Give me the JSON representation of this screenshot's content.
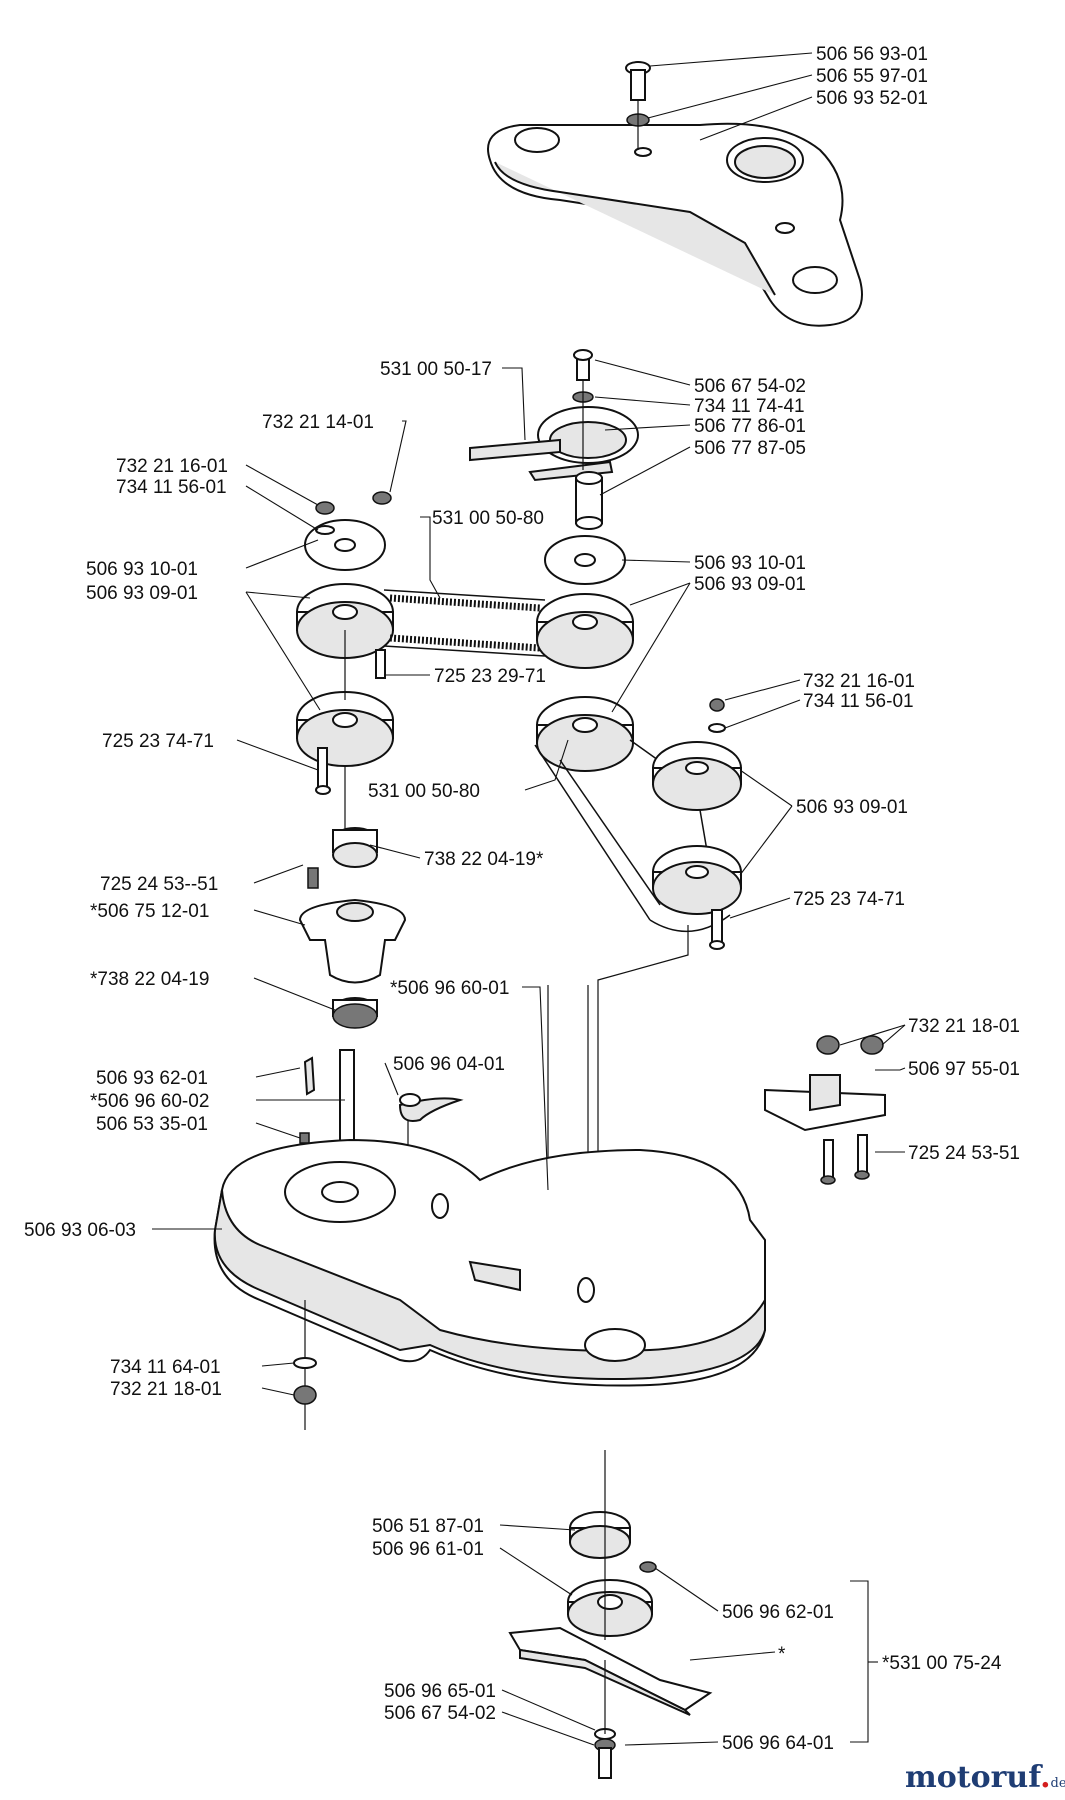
{
  "labels": {
    "l1": "506 56 93-01",
    "l2": "506 55 97-01",
    "l3": "506 93 52-01",
    "l4": "531 00 50-17",
    "l5": "506 67 54-02",
    "l6": "734 11 74-41",
    "l7": "506 77 86-01",
    "l8": "506 77 87-05",
    "l9": "732 21 14-01",
    "l10": "732 21 16-01",
    "l11": "734 11 56-01",
    "l12": "531 00 50-80",
    "l13": "506 93 10-01",
    "l14": "506 93 09-01",
    "l15": "506 93 10-01",
    "l16": "506 93 09-01",
    "l17": "725 23 29-71",
    "l18": "732 21 16-01",
    "l19": "734 11 56-01",
    "l20": "725 23 74-71",
    "l21": "531 00 50-80",
    "l22": "506 93 09-01",
    "l23": "738 22 04-19*",
    "l24": "725 24 53--51",
    "l25": "*506 75 12-01",
    "l26": "725 23 74-71",
    "l27": "*738 22 04-19",
    "l28": "*506 96 60-01",
    "l29": "732 21 18-01",
    "l30": "506 97 55-01",
    "l31": "506 96 04-01",
    "l32": "506 93 62-01",
    "l33": "*506 96 60-02",
    "l34": "506 53 35-01",
    "l35": "725 24 53-51",
    "l36": "506 93 06-03",
    "l37": "734 11 64-01",
    "l38": "732 21 18-01",
    "l39": "506 51 87-01",
    "l40": "506 96 61-01",
    "l41": "506 96 62-01",
    "l42": "*",
    "l43": "*531 00 75-24",
    "l44": "506 96 65-01",
    "l45": "506 67 54-02",
    "l46": "506 96 64-01"
  },
  "logo": {
    "main": "motoruf",
    "suffix": "de"
  }
}
